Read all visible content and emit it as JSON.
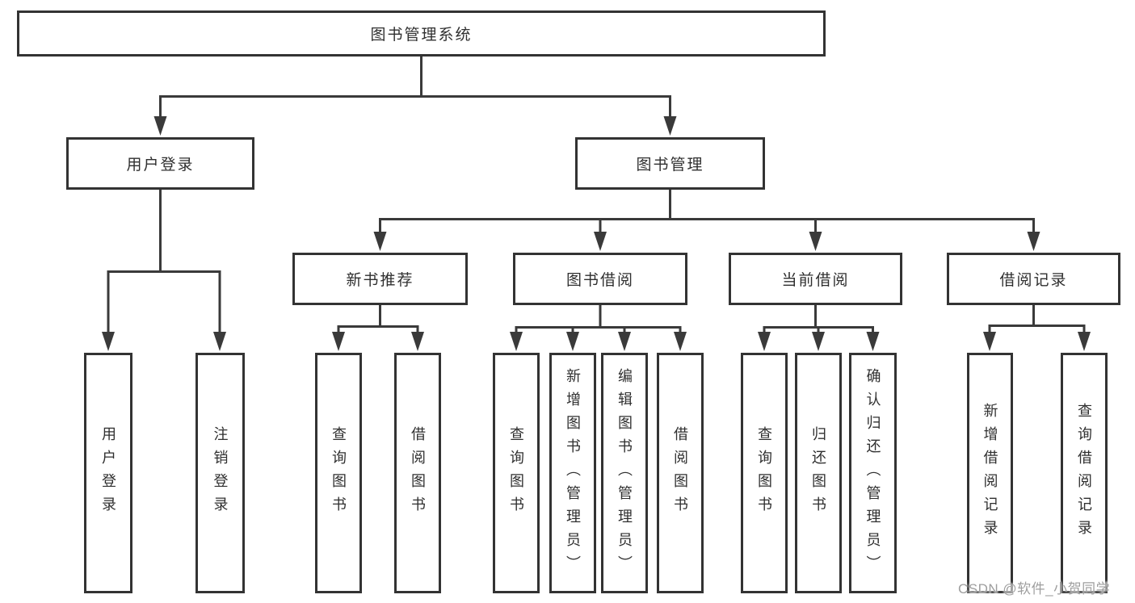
{
  "diagram": {
    "root": "图书管理系统",
    "level2": [
      "用户登录",
      "图书管理"
    ],
    "level3": [
      "新书推荐",
      "图书借阅",
      "当前借阅",
      "借阅记录"
    ],
    "leaves": {
      "user_login": [
        "用户登录",
        "注销登录"
      ],
      "new_book_rec": [
        "查询图书",
        "借阅图书"
      ],
      "book_borrow": [
        "查询图书",
        "新增图书（管理员）",
        "编辑图书（管理员）",
        "借阅图书"
      ],
      "current_borrow": [
        "查询图书",
        "归还图书",
        "确认归还（管理员）"
      ],
      "borrow_record": [
        "新增借阅记录",
        "查询借阅记录"
      ]
    }
  },
  "watermark": "CSDN @软件_小贺同学",
  "colors": {
    "line": "#3a3a3a",
    "box_border": "#333333",
    "text": "#2f2f2f",
    "watermark": "#9e9e9e",
    "background": "#ffffff"
  }
}
